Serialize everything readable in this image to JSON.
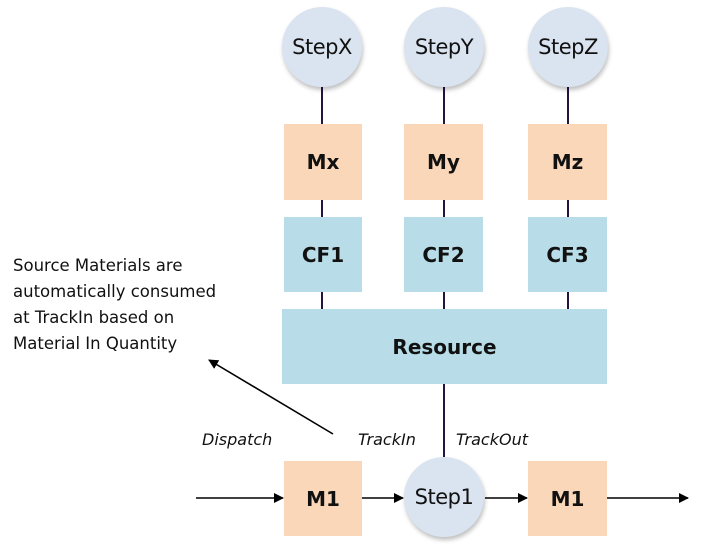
{
  "diagram": {
    "top_steps": [
      "StepX",
      "StepY",
      "StepZ"
    ],
    "materials": [
      "Mx",
      "My",
      "Mz"
    ],
    "consumable_feeds": [
      "CF1",
      "CF2",
      "CF3"
    ],
    "resource": "Resource",
    "main_step": "Step1",
    "input_material": "M1",
    "output_material": "M1",
    "labels": {
      "dispatch": "Dispatch",
      "trackin": "TrackIn",
      "trackout": "TrackOut"
    },
    "note": "Source Materials are automatically consumed at TrackIn based on Material In Quantity",
    "colors": {
      "step_fill": "#dae3f0",
      "material_fill": "#fad7b8",
      "resource_fill": "#b8dde8",
      "connector": "#24133f"
    }
  }
}
